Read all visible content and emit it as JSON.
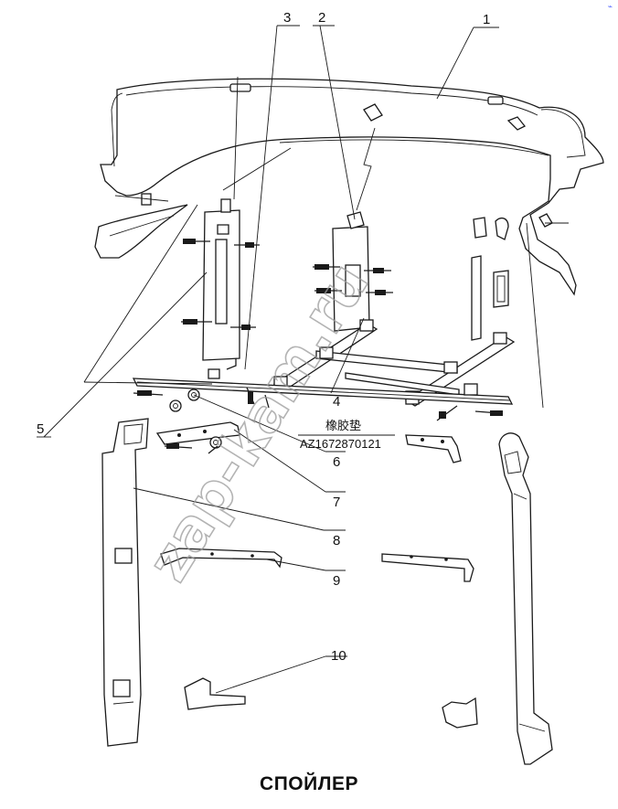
{
  "caption": "СПОЙЛЕР",
  "watermark": "zap-kam.ru",
  "part_code_label": "橡胶垫",
  "part_number": "AZ1672870121",
  "callouts": [
    "1",
    "2",
    "3",
    "4",
    "5",
    "6",
    "7",
    "8",
    "9",
    "10"
  ]
}
